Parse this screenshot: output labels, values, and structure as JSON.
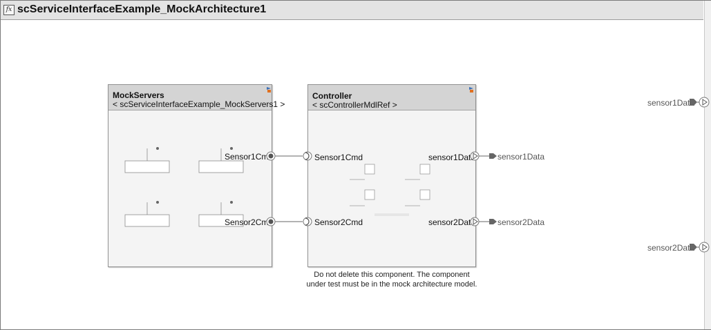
{
  "model": {
    "title": "scServiceInterfaceExample_MockArchitecture1",
    "title_icon": "fx-icon"
  },
  "components": {
    "mock_servers": {
      "name": "MockServers",
      "reference": "< scServiceInterfaceExample_MockServers1 >",
      "ports": [
        "Sensor1Cmd",
        "Sensor2Cmd"
      ]
    },
    "controller": {
      "name": "Controller",
      "reference": "< scControllerMdlRef >",
      "in_ports": [
        "Sensor1Cmd",
        "Sensor2Cmd"
      ],
      "out_ports": [
        "sensor1Data",
        "sensor2Data"
      ]
    }
  },
  "connections": {
    "sensor1_label": "sensor1Data",
    "sensor2_label": "sensor2Data"
  },
  "root_ports": {
    "sensor1": "sensor1Data",
    "sensor2": "sensor2Data"
  },
  "note": {
    "line1": "Do not delete this component. The component",
    "line2": "under test must be in the mock architecture model."
  },
  "colors": {
    "block_fill": "#f4f4f4",
    "block_header": "#d4d4d4",
    "port_dark": "#555555"
  }
}
